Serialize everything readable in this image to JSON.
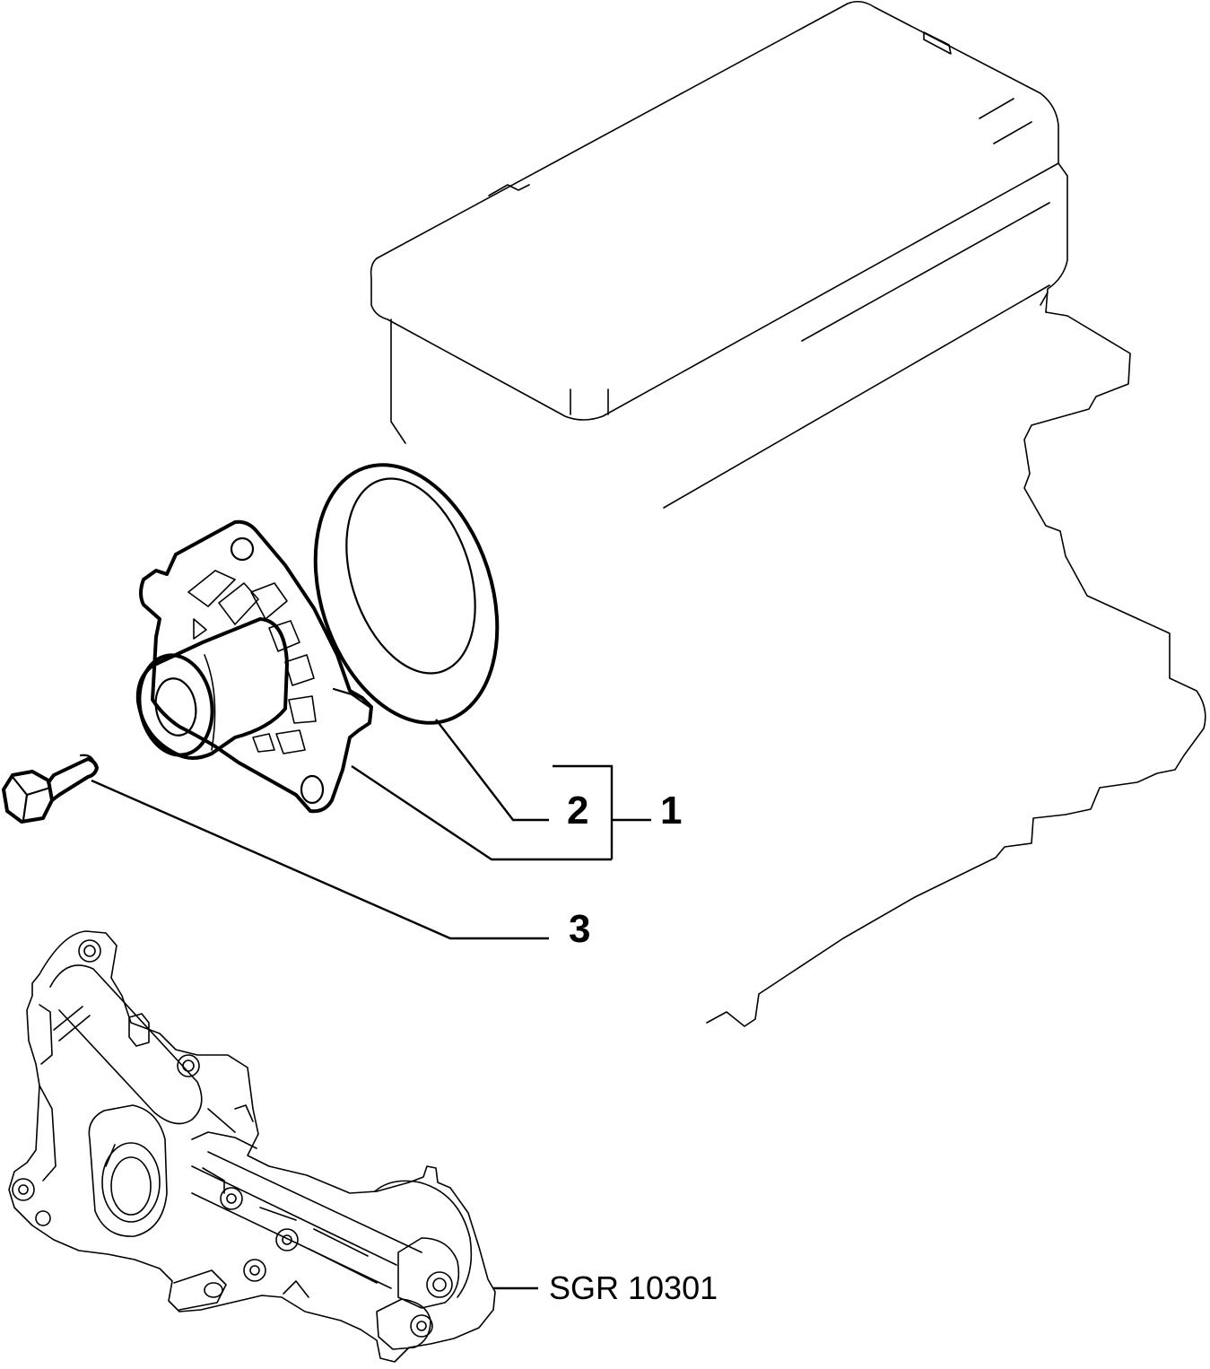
{
  "callouts": {
    "assembly": "1",
    "gasket": "2",
    "bolt": "3"
  },
  "reference_code": "SGR 10301",
  "colors": {
    "line": "#000000",
    "background": "#ffffff"
  }
}
